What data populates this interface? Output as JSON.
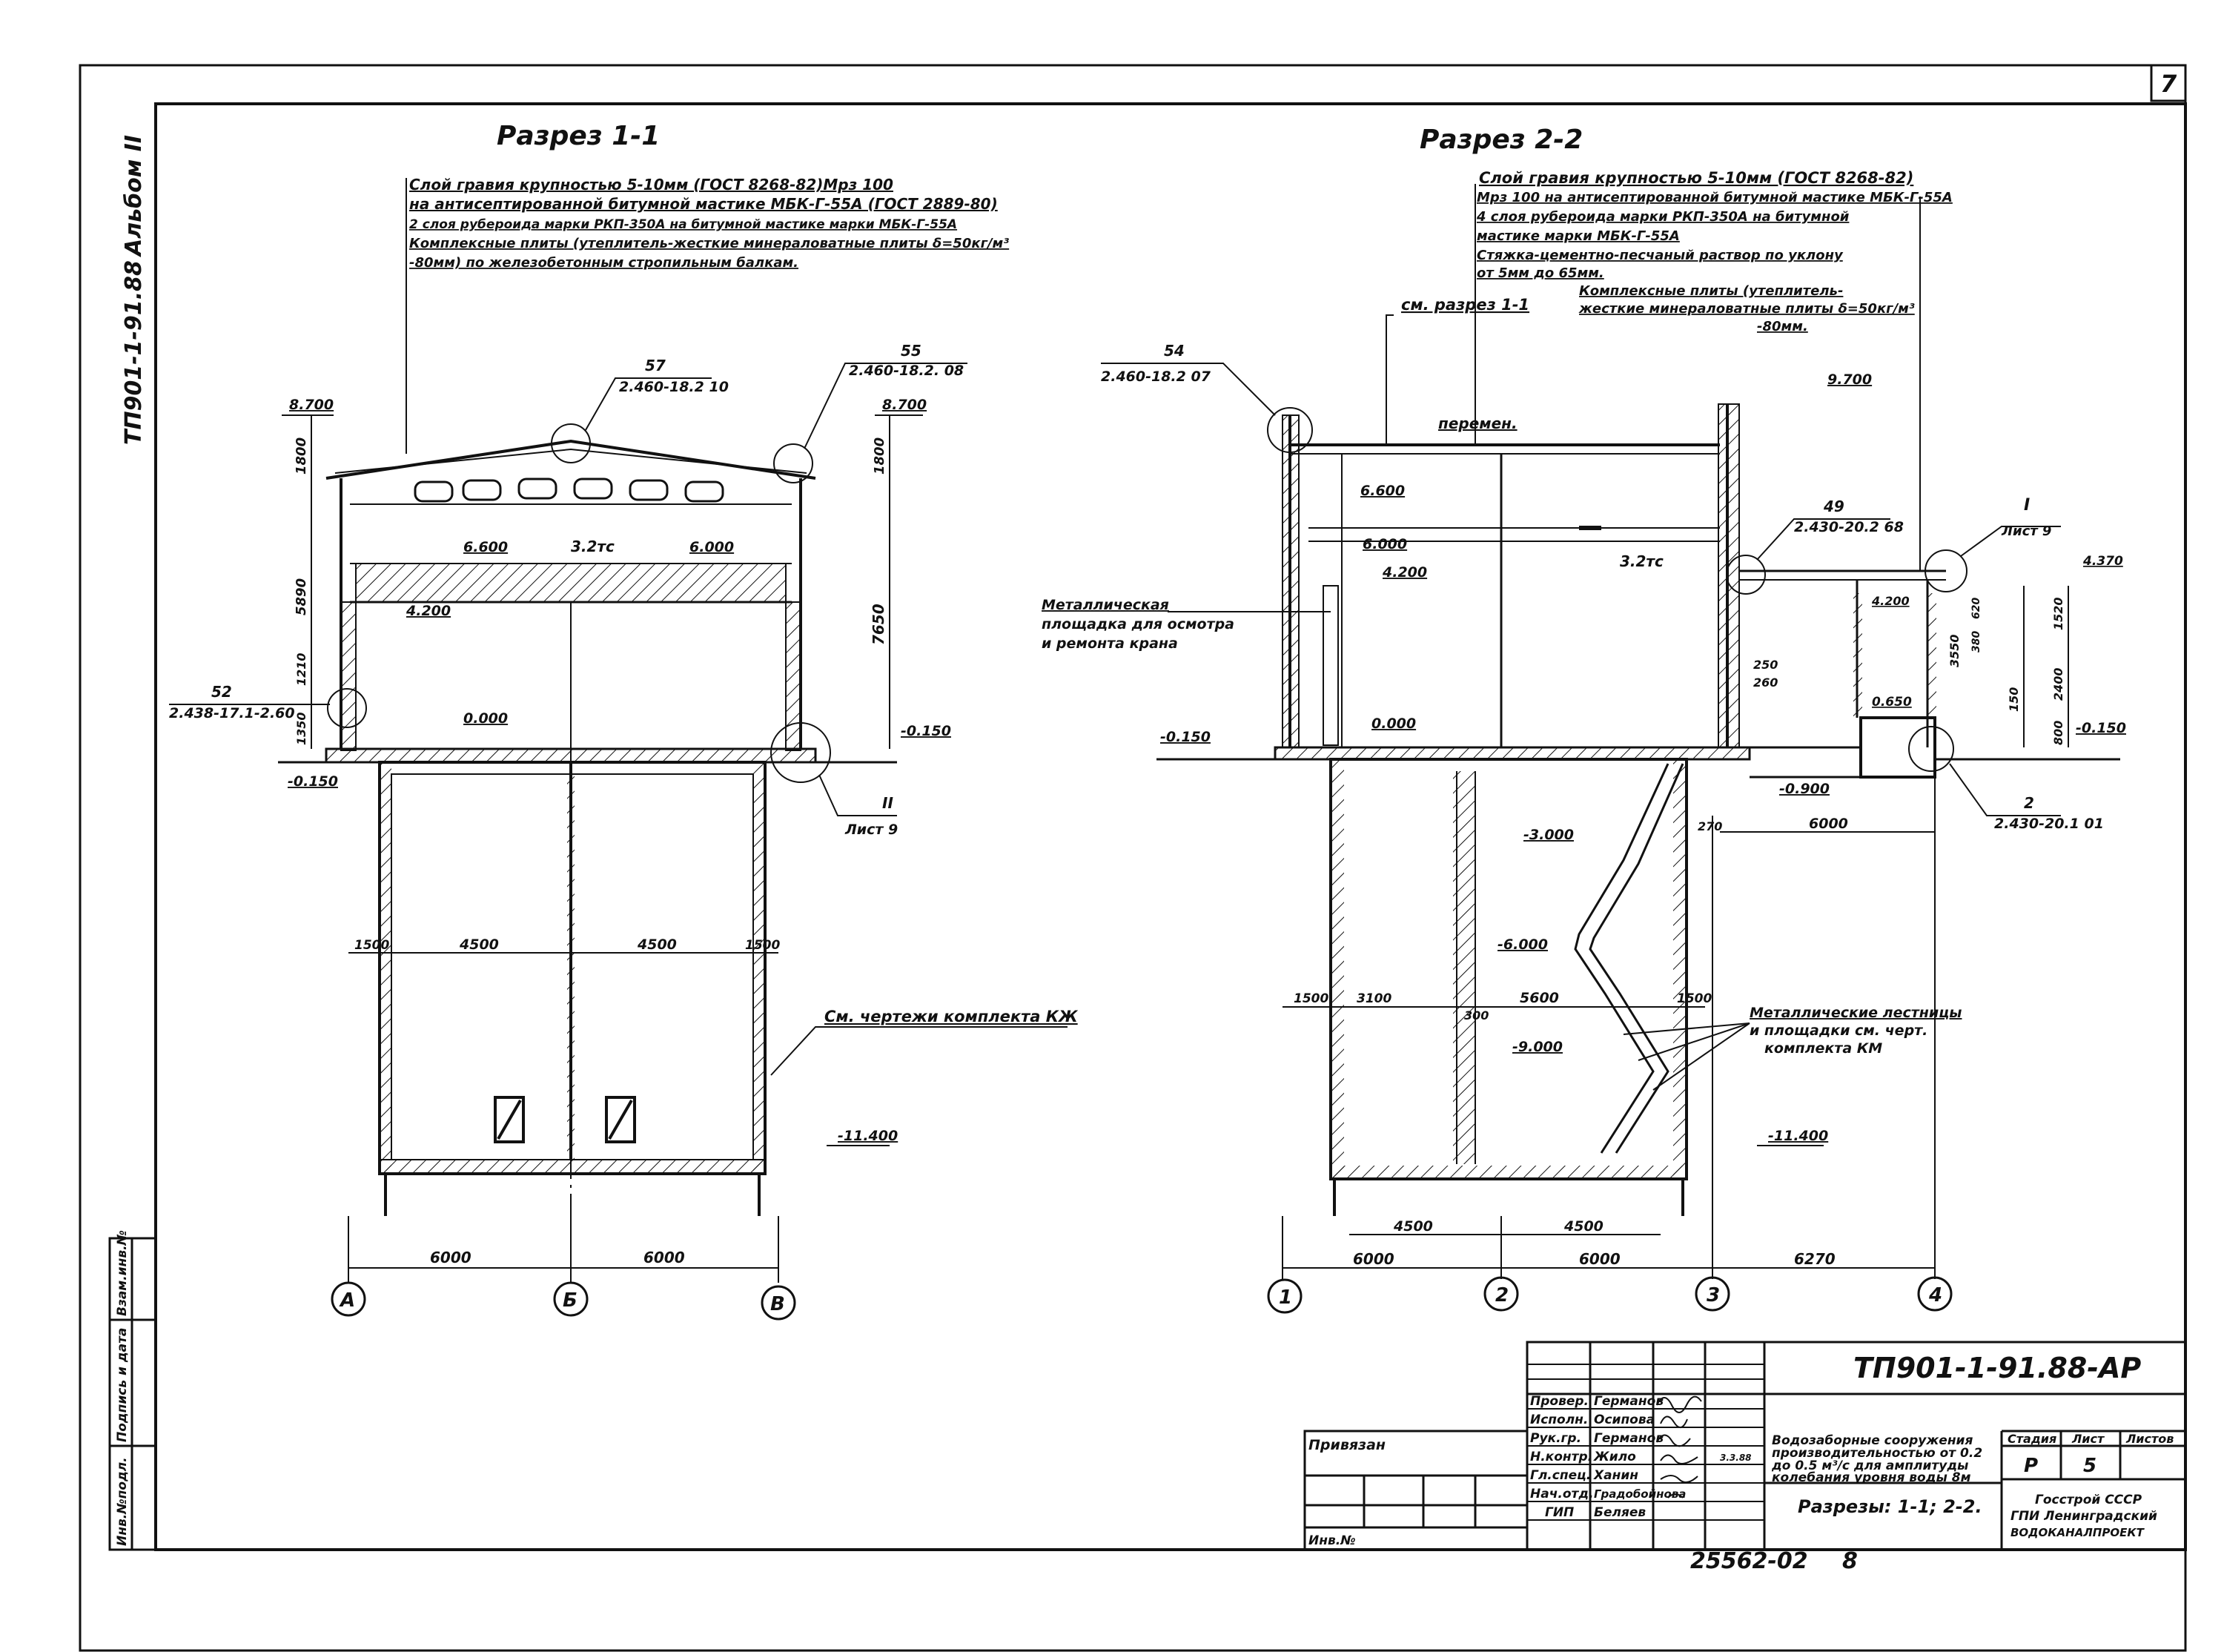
{
  "sheet_number_box": "7",
  "left_margin": {
    "code": "ТП901-1-91.88",
    "album": "Альбом II"
  },
  "stamp_side": {
    "inv_podl": "Инв.№подл.",
    "podpis": "Подпись и дата",
    "vzam": "Взам.инв.№"
  },
  "section_1": {
    "title": "Разрез 1-1",
    "notes": [
      "Слой гравия крупностью 5-10мм (ГОСТ 8268-82)Мрз 100",
      "на антисептированной битумной мастике МБК-Г-55А (ГОСТ 2889-80)",
      "2 слоя рубероида марки РКП-350А на битумной мастике марки МБК-Г-55А",
      "Комплексные плиты (утеплитель-жесткие минераловатные плиты δ=50кг/м³",
      "-80мм) по железобетонным стропильным балкам."
    ],
    "callouts": {
      "c57": "57",
      "c57_ref": "2.460-18.2 10",
      "c55": "55",
      "c55_ref": "2.460-18.2. 08",
      "c52": "52",
      "c52_ref": "2.438-17.1-2.60",
      "cII": "II",
      "cII_ref": "Лист 9"
    },
    "levels": {
      "l8700a": "8.700",
      "l8700b": "8.700",
      "l6600": "6.600",
      "l6000": "6.000",
      "crane": "3.2тс",
      "l4200": "4.200",
      "l0000": "0.000",
      "lm150a": "-0.150",
      "lm150b": "-0.150",
      "lm11400": "-11.400"
    },
    "dims": {
      "d1800": "1800",
      "d5890": "5890",
      "d1210": "1210",
      "d1350": "1350",
      "d7650": "7650",
      "d1800r": "1800",
      "d1500a": "1500",
      "d4500a": "4500",
      "d4500b": "4500",
      "d1500b": "1500",
      "d6000a": "6000",
      "d6000b": "6000"
    },
    "note_kzh": "См. чертежи комплекта КЖ",
    "axes": [
      "А",
      "Б",
      "В"
    ]
  },
  "section_2": {
    "title": "Разрез 2-2",
    "notes": [
      "Слой гравия крупностью 5-10мм (ГОСТ 8268-82)",
      "Мрз 100 на антисептированной битумной мастике МБК-Г-55А",
      "4 слоя рубероида марки РКП-350А на битумной",
      "мастике марки МБК-Г-55А",
      "Стяжка-цементно-песчаный раствор по уклону",
      "от 5мм до 65мм.",
      "Комплексные плиты (утеплитель-",
      "жесткие минераловатные плиты δ=50кг/м³",
      "-80мм."
    ],
    "see_section": "см. разрез 1-1",
    "peremen": "перемен.",
    "callouts": {
      "c54": "54",
      "c54_ref": "2.460-18.2 07",
      "c49": "49",
      "c49_ref": "2.430-20.2 68",
      "cI": "I",
      "cI_ref": "Лист 9",
      "c2": "2",
      "c2_ref": "2.430-20.1 01"
    },
    "levels": {
      "l9700": "9.700",
      "l6600": "6.600",
      "l6000": "6.000",
      "l4200": "4.200",
      "crane": "3.2тс",
      "l0000": "0.000",
      "lm150": "-0.150",
      "lm150r": "-0.150",
      "l4370": "4.370",
      "l4200r": "4.200",
      "l0650": "0.650",
      "lm900": "-0.900",
      "lm3000": "-3.000",
      "lm6000": "-6.000",
      "lm9000": "-9.000",
      "lm11400": "-11.400"
    },
    "platform_note": [
      "Металлическая",
      "площадка для осмотра",
      "и ремонта крана"
    ],
    "stairs_note": [
      "Металлические лестницы",
      "и площадки см. черт.",
      "комплекта КМ"
    ],
    "dims": {
      "d250": "250",
      "d260": "260",
      "d270": "270",
      "d6000top": "6000",
      "d1500a": "1500",
      "d3100": "3100",
      "d300": "300",
      "d5600": "5600",
      "d1500b": "1500",
      "d4500a": "4500",
      "d4500b": "4500",
      "d6000a": "6000",
      "d6000b": "6000",
      "d6270": "6270",
      "d1520": "1520",
      "d3550": "3550",
      "d2400": "2400",
      "d800": "800",
      "d150": "150",
      "d620": "620",
      "d380": "380"
    },
    "axes": [
      "1",
      "2",
      "3",
      "4"
    ]
  },
  "title_block": {
    "code": "ТП901-1-91.88-АР",
    "privyazan": "Привязан",
    "inv": "Инв.№",
    "roles": [
      "Провер.",
      "Исполн.",
      "Рук.гр.",
      "Н.контр.",
      "Гл.спец.",
      "Нач.отд.",
      "ГИП"
    ],
    "names": [
      "Германов",
      "Осипова",
      "Германов",
      "Жило",
      "Ханин",
      "Градобойнова",
      "Беляев"
    ],
    "date": "3.3.88",
    "object": [
      "Водозаборные сооружения",
      "производительностью от 0.2",
      "до 0.5 м³/с для амплитуды",
      "колебания уровня воды 8м"
    ],
    "sheet_title": "Разрезы: 1-1; 2-2.",
    "col_stage": "Стадия",
    "col_sheet": "Лист",
    "col_sheets": "Листов",
    "stage": "Р",
    "sheet": "5",
    "org": [
      "Госстрой СССР",
      "ГПИ Ленинградский",
      "ВОДОКАНАЛПРОЕКТ"
    ]
  },
  "bottom_stamp": "25562-02",
  "bottom_page": "8"
}
